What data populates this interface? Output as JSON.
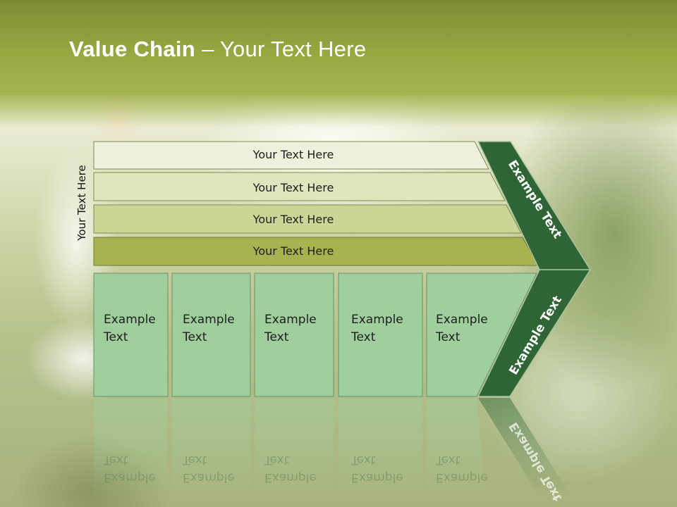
{
  "slide": {
    "title_bold": "Value Chain",
    "title_rest": " – Your Text Here",
    "side_label": "Your Text Here",
    "rows": [
      {
        "label": "Your Text Here",
        "fill": "#eef0dc"
      },
      {
        "label": "Your Text Here",
        "fill": "#e0e5bd"
      },
      {
        "label": "Your Text Here",
        "fill": "#ccd596"
      },
      {
        "label": "Your Text Here",
        "fill": "#a8b24e"
      }
    ],
    "cells": [
      {
        "line1": "Example",
        "line2": "Text"
      },
      {
        "line1": "Example",
        "line2": "Text"
      },
      {
        "line1": "Example",
        "line2": "Text"
      },
      {
        "line1": "Example",
        "line2": "Text"
      },
      {
        "line1": "Example",
        "line2": "Text"
      }
    ],
    "chevron_upper": "Example Text",
    "chevron_lower": "Example Text",
    "colors": {
      "cell_fill": "#9ecf9c",
      "chevron_fill": "#2f6535",
      "title_band": "#95a840"
    }
  }
}
